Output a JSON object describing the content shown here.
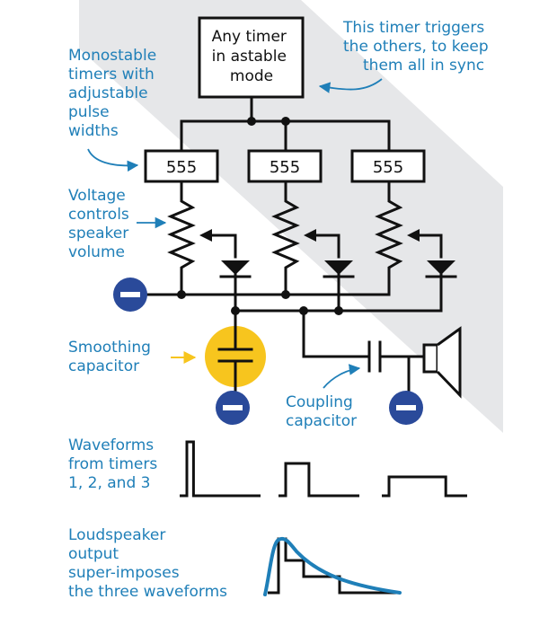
{
  "colors": {
    "accent": "#1f7fb8",
    "highlight": "#f7c51e",
    "ground": "#2a4a9a",
    "band": "#e6e7e9",
    "ink": "#111111"
  },
  "master_timer": {
    "lines": [
      "Any timer",
      "in astable",
      "mode"
    ]
  },
  "timers": [
    {
      "label": "555"
    },
    {
      "label": "555"
    },
    {
      "label": "555"
    }
  ],
  "annotations": {
    "trigger": [
      "This timer triggers",
      "the others, to keep",
      "them all in sync"
    ],
    "monostable": [
      "Monostable",
      "timers with",
      "adjustable",
      "pulse",
      "widths"
    ],
    "voltage": [
      "Voltage",
      "controls",
      "speaker",
      "volume"
    ],
    "smoothing": [
      "Smoothing",
      "capacitor"
    ],
    "coupling": [
      "Coupling",
      "capacitor"
    ],
    "waveforms": [
      "Waveforms",
      "from timers",
      "1, 2, and 3"
    ],
    "output": [
      "Loudspeaker",
      "output",
      "super-imposes",
      "the three waveforms"
    ]
  },
  "icons": {
    "ground_symbol": "minus-circle-icon",
    "speaker": "loudspeaker-icon",
    "diode": "diode-icon",
    "resistor": "potentiometer-icon",
    "capacitor": "capacitor-icon"
  },
  "waveforms": [
    {
      "timer": 1,
      "pulse_fraction": 0.1,
      "level": 1.0
    },
    {
      "timer": 2,
      "pulse_fraction": 0.35,
      "level": 0.6
    },
    {
      "timer": 3,
      "pulse_fraction": 0.8,
      "level": 0.35
    }
  ]
}
